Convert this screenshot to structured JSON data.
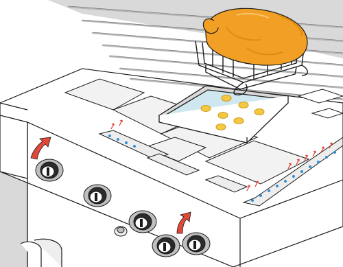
{
  "illustration": {
    "kind": "grill-rotisserie-technical-illustration",
    "colors": {
      "outline": "#1a1a1a",
      "panel_grey": "#d9d9d9",
      "light_grey": "#eeeeee",
      "mid_grey": "#bfbfbf",
      "knob_dark": "#2b2b2b",
      "chicken_orange": "#f2a025",
      "chicken_shade": "#e08a12",
      "pan_water": "#cfe7ee",
      "lemon_yellow": "#f5c842",
      "heat_arrow_red": "#e0483a",
      "flame_blue": "#2f8fd6"
    },
    "icons": [
      "rotisserie-chicken-icon",
      "rack-icon",
      "drip-pan-icon",
      "lemon-slice-icon",
      "heat-arrow-icon",
      "burner-flame-icon",
      "control-knob-icon",
      "igniter-button-icon"
    ],
    "knobs_count": 5,
    "large_heat_arrows": 2
  }
}
